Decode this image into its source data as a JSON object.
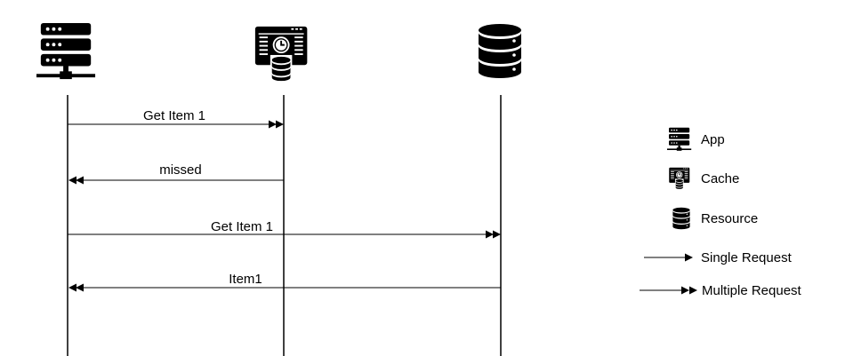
{
  "participants": [
    {
      "id": "app",
      "icon": "server-rack-icon"
    },
    {
      "id": "cache",
      "icon": "cache-monitor-icon"
    },
    {
      "id": "resource",
      "icon": "database-icon"
    }
  ],
  "messages": [
    {
      "label": "Get Item 1",
      "from": "app",
      "to": "cache",
      "type": "multiple"
    },
    {
      "label": "missed",
      "from": "cache",
      "to": "app",
      "type": "multiple"
    },
    {
      "label": "Get Item 1",
      "from": "app",
      "to": "resource",
      "type": "multiple"
    },
    {
      "label": "Item1",
      "from": "resource",
      "to": "app",
      "type": "multiple"
    }
  ],
  "legend": {
    "app": "App",
    "cache": "Cache",
    "resource": "Resource",
    "single": "Single Request",
    "multiple": "Multiple Request"
  },
  "colors": {
    "stroke": "#000000",
    "background": "#ffffff"
  }
}
